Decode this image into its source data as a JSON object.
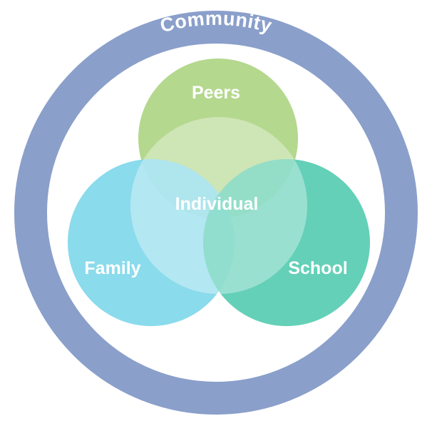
{
  "diagram": {
    "outer_ring": {
      "label": "Community",
      "color": "#8a9fca"
    },
    "circles": {
      "peers": {
        "label": "Peers",
        "color": "#b4d88e"
      },
      "family": {
        "label": "Family",
        "color": "#80d8ea"
      },
      "school": {
        "label": "School",
        "color": "#4ec9ae"
      },
      "individual": {
        "label": "Individual",
        "color": "#ffffff"
      }
    }
  }
}
